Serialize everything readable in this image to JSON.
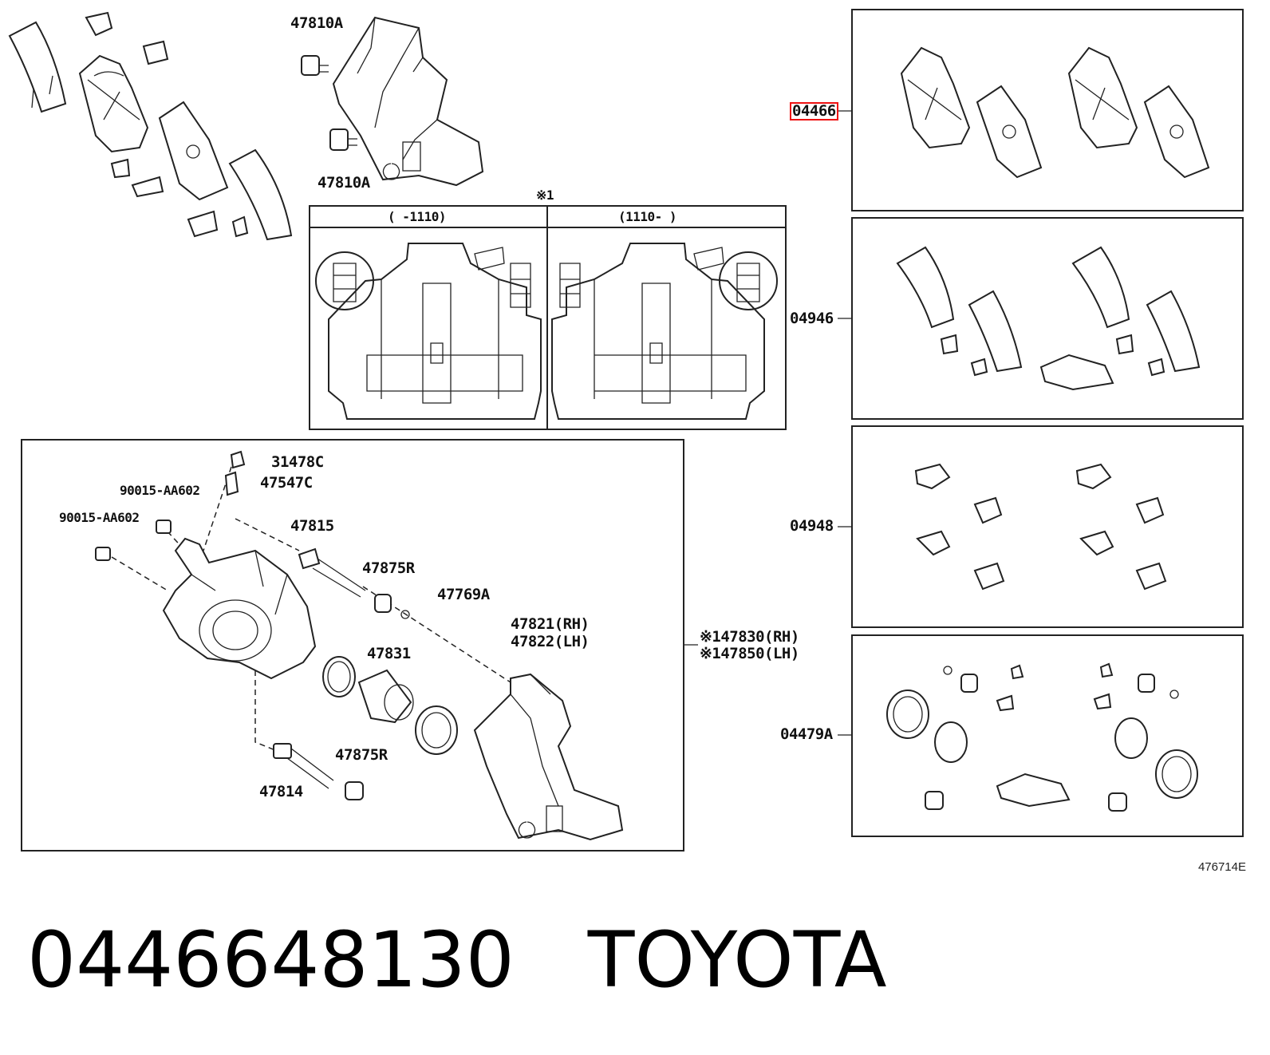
{
  "diagram": {
    "top_labels": {
      "bolt_upper": "47810A",
      "bolt_lower": "47810A"
    },
    "inset": {
      "marker": "※1",
      "left_panel": "(     -1110)",
      "right_panel": "(1110-     )"
    },
    "caliper_labels": {
      "cap": "31478C",
      "bleeder": "47547C",
      "bolt_a": "90015-AA602",
      "bolt_b": "90015-AA602",
      "pin_upper": "47815",
      "boot_upper": "47875R",
      "ring": "47769A",
      "mounting_rh": "47821(RH)",
      "mounting_lh": "47822(LH)",
      "seal": "47831",
      "pin_lower": "47814",
      "boot_lower": "47875R",
      "assy_rh": "※147830(RH)",
      "assy_lh": "※147850(LH)"
    },
    "kit_labels": {
      "pads": "04466",
      "shims": "04946",
      "fittings": "04948",
      "cylinder_kit": "04479A"
    },
    "catalog_number": "476714E"
  },
  "footer": {
    "part_number": "0446648130",
    "brand": "TOYOTA"
  },
  "colors": {
    "highlight": "#e11111",
    "line": "#222222",
    "background": "#ffffff"
  }
}
